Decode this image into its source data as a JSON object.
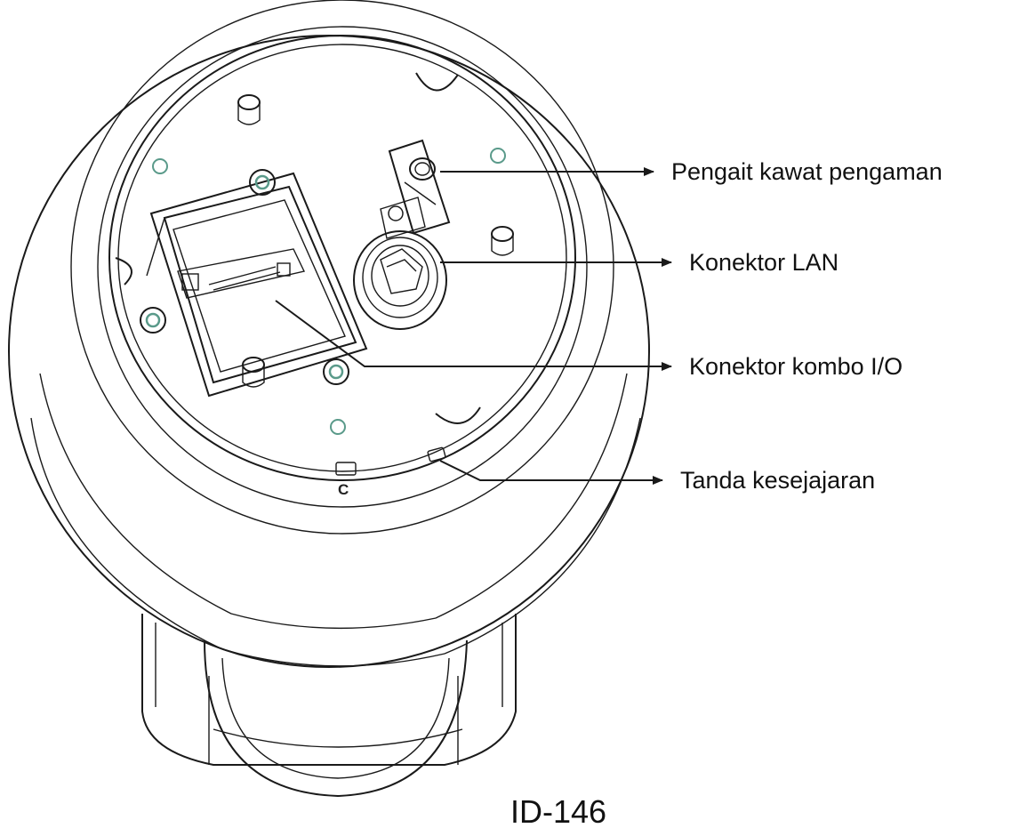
{
  "callouts": [
    {
      "id": "safety-wire-hook",
      "label": "Pengait kawat pengaman"
    },
    {
      "id": "lan-connector",
      "label": "Konektor LAN"
    },
    {
      "id": "io-combo-connector",
      "label": "Konektor kombo I/O"
    },
    {
      "id": "alignment-mark",
      "label": "Tanda kesejajaran"
    }
  ],
  "alignment_letter": "C",
  "figure_id": "ID-146",
  "colors": {
    "line": "#1a1a1a",
    "screw_accent": "#5a9a8a",
    "background": "#ffffff"
  }
}
